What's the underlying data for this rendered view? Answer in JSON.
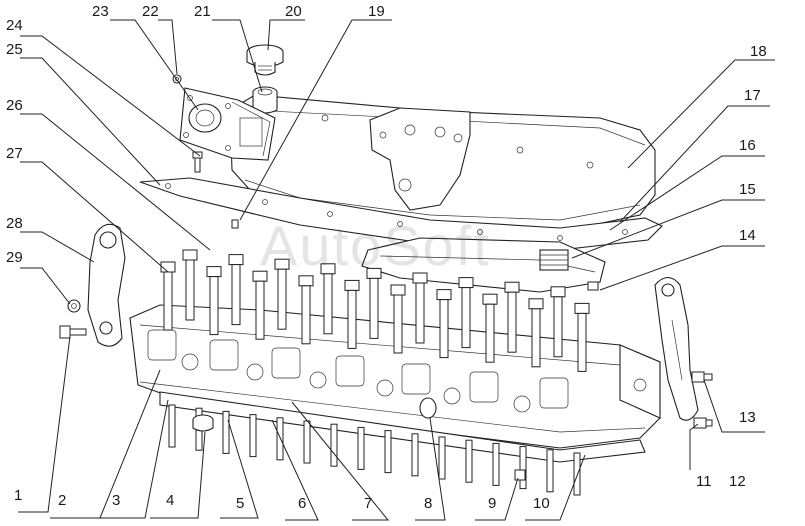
{
  "watermark": "AutoSoft",
  "callouts": [
    {
      "id": "1",
      "label": "1"
    },
    {
      "id": "2",
      "label": "2"
    },
    {
      "id": "3",
      "label": "3"
    },
    {
      "id": "4",
      "label": "4"
    },
    {
      "id": "5",
      "label": "5"
    },
    {
      "id": "6",
      "label": "6"
    },
    {
      "id": "7",
      "label": "7"
    },
    {
      "id": "8",
      "label": "8"
    },
    {
      "id": "9",
      "label": "9"
    },
    {
      "id": "10",
      "label": "10"
    },
    {
      "id": "11",
      "label": "11"
    },
    {
      "id": "12",
      "label": "12"
    },
    {
      "id": "13",
      "label": "13"
    },
    {
      "id": "14",
      "label": "14"
    },
    {
      "id": "15",
      "label": "15"
    },
    {
      "id": "16",
      "label": "16"
    },
    {
      "id": "17",
      "label": "17"
    },
    {
      "id": "18",
      "label": "18"
    },
    {
      "id": "19",
      "label": "19"
    },
    {
      "id": "20",
      "label": "20"
    },
    {
      "id": "21",
      "label": "21"
    },
    {
      "id": "22",
      "label": "22"
    },
    {
      "id": "23",
      "label": "23"
    },
    {
      "id": "24",
      "label": "24"
    },
    {
      "id": "25",
      "label": "25"
    },
    {
      "id": "26",
      "label": "26"
    },
    {
      "id": "27",
      "label": "27"
    },
    {
      "id": "28",
      "label": "28"
    },
    {
      "id": "29",
      "label": "29"
    }
  ]
}
